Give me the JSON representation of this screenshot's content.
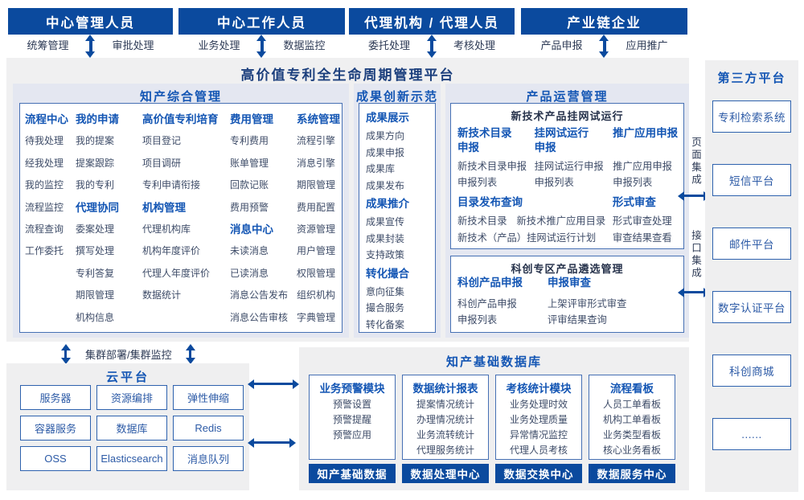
{
  "roles": [
    {
      "title": "中心管理人员",
      "left": "统筹管理",
      "right": "审批处理"
    },
    {
      "title": "中心工作人员",
      "left": "业务处理",
      "right": "数据监控"
    },
    {
      "title": "代理机构 / 代理人员",
      "left": "委托处理",
      "right": "考核处理"
    },
    {
      "title": "产业链企业",
      "left": "产品申报",
      "right": "应用推广"
    }
  ],
  "platform": {
    "title": "高价值专利全生命周期管理平台"
  },
  "ip": {
    "title": "知产综合管理",
    "columns": [
      {
        "entries": [
          {
            "t": "h",
            "label": "流程中心"
          },
          {
            "t": "i",
            "label": "待我处理"
          },
          {
            "t": "i",
            "label": "经我处理"
          },
          {
            "t": "i",
            "label": "我的监控"
          },
          {
            "t": "i",
            "label": "流程监控"
          },
          {
            "t": "i",
            "label": "流程查询"
          },
          {
            "t": "i",
            "label": "工作委托"
          }
        ]
      },
      {
        "entries": [
          {
            "t": "h",
            "label": "我的申请"
          },
          {
            "t": "i",
            "label": "我的提案"
          },
          {
            "t": "i",
            "label": "提案跟踪"
          },
          {
            "t": "i",
            "label": "我的专利"
          },
          {
            "t": "h",
            "label": "代理协同"
          },
          {
            "t": "i",
            "label": "委案处理"
          },
          {
            "t": "i",
            "label": "撰写处理"
          },
          {
            "t": "i",
            "label": "专利答复"
          },
          {
            "t": "i",
            "label": "期限管理"
          },
          {
            "t": "i",
            "label": "机构信息"
          }
        ]
      },
      {
        "entries": [
          {
            "t": "h",
            "label": "高价值专利培育"
          },
          {
            "t": "i",
            "label": "项目登记"
          },
          {
            "t": "i",
            "label": "项目调研"
          },
          {
            "t": "i",
            "label": "专利申请衔接"
          },
          {
            "t": "h",
            "label": "机构管理"
          },
          {
            "t": "i",
            "label": "代理机构库"
          },
          {
            "t": "i",
            "label": "机构年度评价"
          },
          {
            "t": "i",
            "label": "代理人年度评价"
          },
          {
            "t": "i",
            "label": "数据统计"
          }
        ]
      },
      {
        "entries": [
          {
            "t": "h",
            "label": "费用管理"
          },
          {
            "t": "i",
            "label": "专利费用"
          },
          {
            "t": "i",
            "label": "账单管理"
          },
          {
            "t": "i",
            "label": "回款记账"
          },
          {
            "t": "i",
            "label": "费用预警"
          },
          {
            "t": "h",
            "label": "消息中心"
          },
          {
            "t": "i",
            "label": "未读消息"
          },
          {
            "t": "i",
            "label": "已读消息"
          },
          {
            "t": "i",
            "label": "消息公告发布"
          },
          {
            "t": "i",
            "label": "消息公告审核"
          }
        ]
      },
      {
        "entries": [
          {
            "t": "h",
            "label": "系统管理"
          },
          {
            "t": "i",
            "label": "流程引擎"
          },
          {
            "t": "i",
            "label": "消息引擎"
          },
          {
            "t": "i",
            "label": "期限管理"
          },
          {
            "t": "i",
            "label": "费用配置"
          },
          {
            "t": "i",
            "label": "资源管理"
          },
          {
            "t": "i",
            "label": "用户管理"
          },
          {
            "t": "i",
            "label": "权限管理"
          },
          {
            "t": "i",
            "label": "组织机构"
          },
          {
            "t": "i",
            "label": "字典管理"
          }
        ]
      }
    ]
  },
  "cx": {
    "title": "成果创新示范",
    "entries": [
      {
        "t": "h",
        "label": "成果展示"
      },
      {
        "t": "i",
        "label": "成果方向"
      },
      {
        "t": "i",
        "label": "成果申报"
      },
      {
        "t": "i",
        "label": "成果库"
      },
      {
        "t": "i",
        "label": "成果发布"
      },
      {
        "t": "h",
        "label": "成果推介"
      },
      {
        "t": "i",
        "label": "成果宣传"
      },
      {
        "t": "i",
        "label": "成果封装"
      },
      {
        "t": "i",
        "label": "支持政策"
      },
      {
        "t": "h",
        "label": "转化撮合"
      },
      {
        "t": "i",
        "label": "意向征集"
      },
      {
        "t": "i",
        "label": "撮合服务"
      },
      {
        "t": "i",
        "label": "转化备案"
      }
    ]
  },
  "product": {
    "title": "产品运营管理",
    "boxA": {
      "title": "新技术产品挂网试运行",
      "columns": [
        {
          "title": "新技术目录\n申报",
          "items": [
            "新技术目录申报",
            "申报列表"
          ]
        },
        {
          "title": "挂网试运行\n申报",
          "items": [
            "挂网试运行申报",
            "申报列表"
          ]
        },
        {
          "title": "推广应用申报",
          "items": [
            "推广应用申报",
            "申报列表"
          ]
        }
      ],
      "groups": [
        {
          "title": "目录发布查询",
          "items": [
            "新技术目录",
            "新技术推广应用目录",
            "新技术（产品）挂网试运行计划"
          ]
        },
        {
          "title": "形式审查",
          "items": [
            "形式审查处理",
            "审查结果查看"
          ]
        }
      ]
    },
    "boxB": {
      "title": "科创专区产品遴选管理",
      "columns": [
        {
          "title": "科创产品申报",
          "items": [
            "科创产品申报",
            "申报列表"
          ]
        },
        {
          "title": "申报审查",
          "items": [
            "上架评审形式审查",
            "评审结果查询"
          ]
        }
      ]
    }
  },
  "integration": {
    "page_label": "页面集成",
    "api_label": "接口集成"
  },
  "third_party": {
    "title": "第三方平台",
    "boxes": [
      "专利检索系统",
      "短信平台",
      "邮件平台",
      "数字认证平台",
      "科创商城",
      "......"
    ]
  },
  "cluster_label": "集群部署/集群监控",
  "cloud": {
    "title": "云平台",
    "cells": [
      "服务器",
      "资源编排",
      "弹性伸缩",
      "容器服务",
      "数据库",
      "Redis",
      "OSS",
      "Elasticsearch",
      "消息队列"
    ]
  },
  "db": {
    "title": "知产基础数据库",
    "modules": [
      {
        "title": "业务预警模块",
        "items": [
          "预警设置",
          "预警提醒",
          "预警应用"
        ]
      },
      {
        "title": "数据统计报表",
        "items": [
          "提案情况统计",
          "办理情况统计",
          "业务流转统计",
          "代理服务统计"
        ]
      },
      {
        "title": "考核统计模块",
        "items": [
          "业务处理时效",
          "业务处理质量",
          "异常情况监控",
          "代理人员考核"
        ]
      },
      {
        "title": "流程看板",
        "items": [
          "人员工单看板",
          "机构工单看板",
          "业务类型看板",
          "核心业务看板"
        ]
      }
    ],
    "badges": [
      "知产基础数据",
      "数据处理中心",
      "数据交换中心",
      "数据服务中心"
    ]
  },
  "colors": {
    "primary": "#0b4a9e",
    "heading_blue": "#1456b4",
    "text_dark": "#3e4c68"
  }
}
